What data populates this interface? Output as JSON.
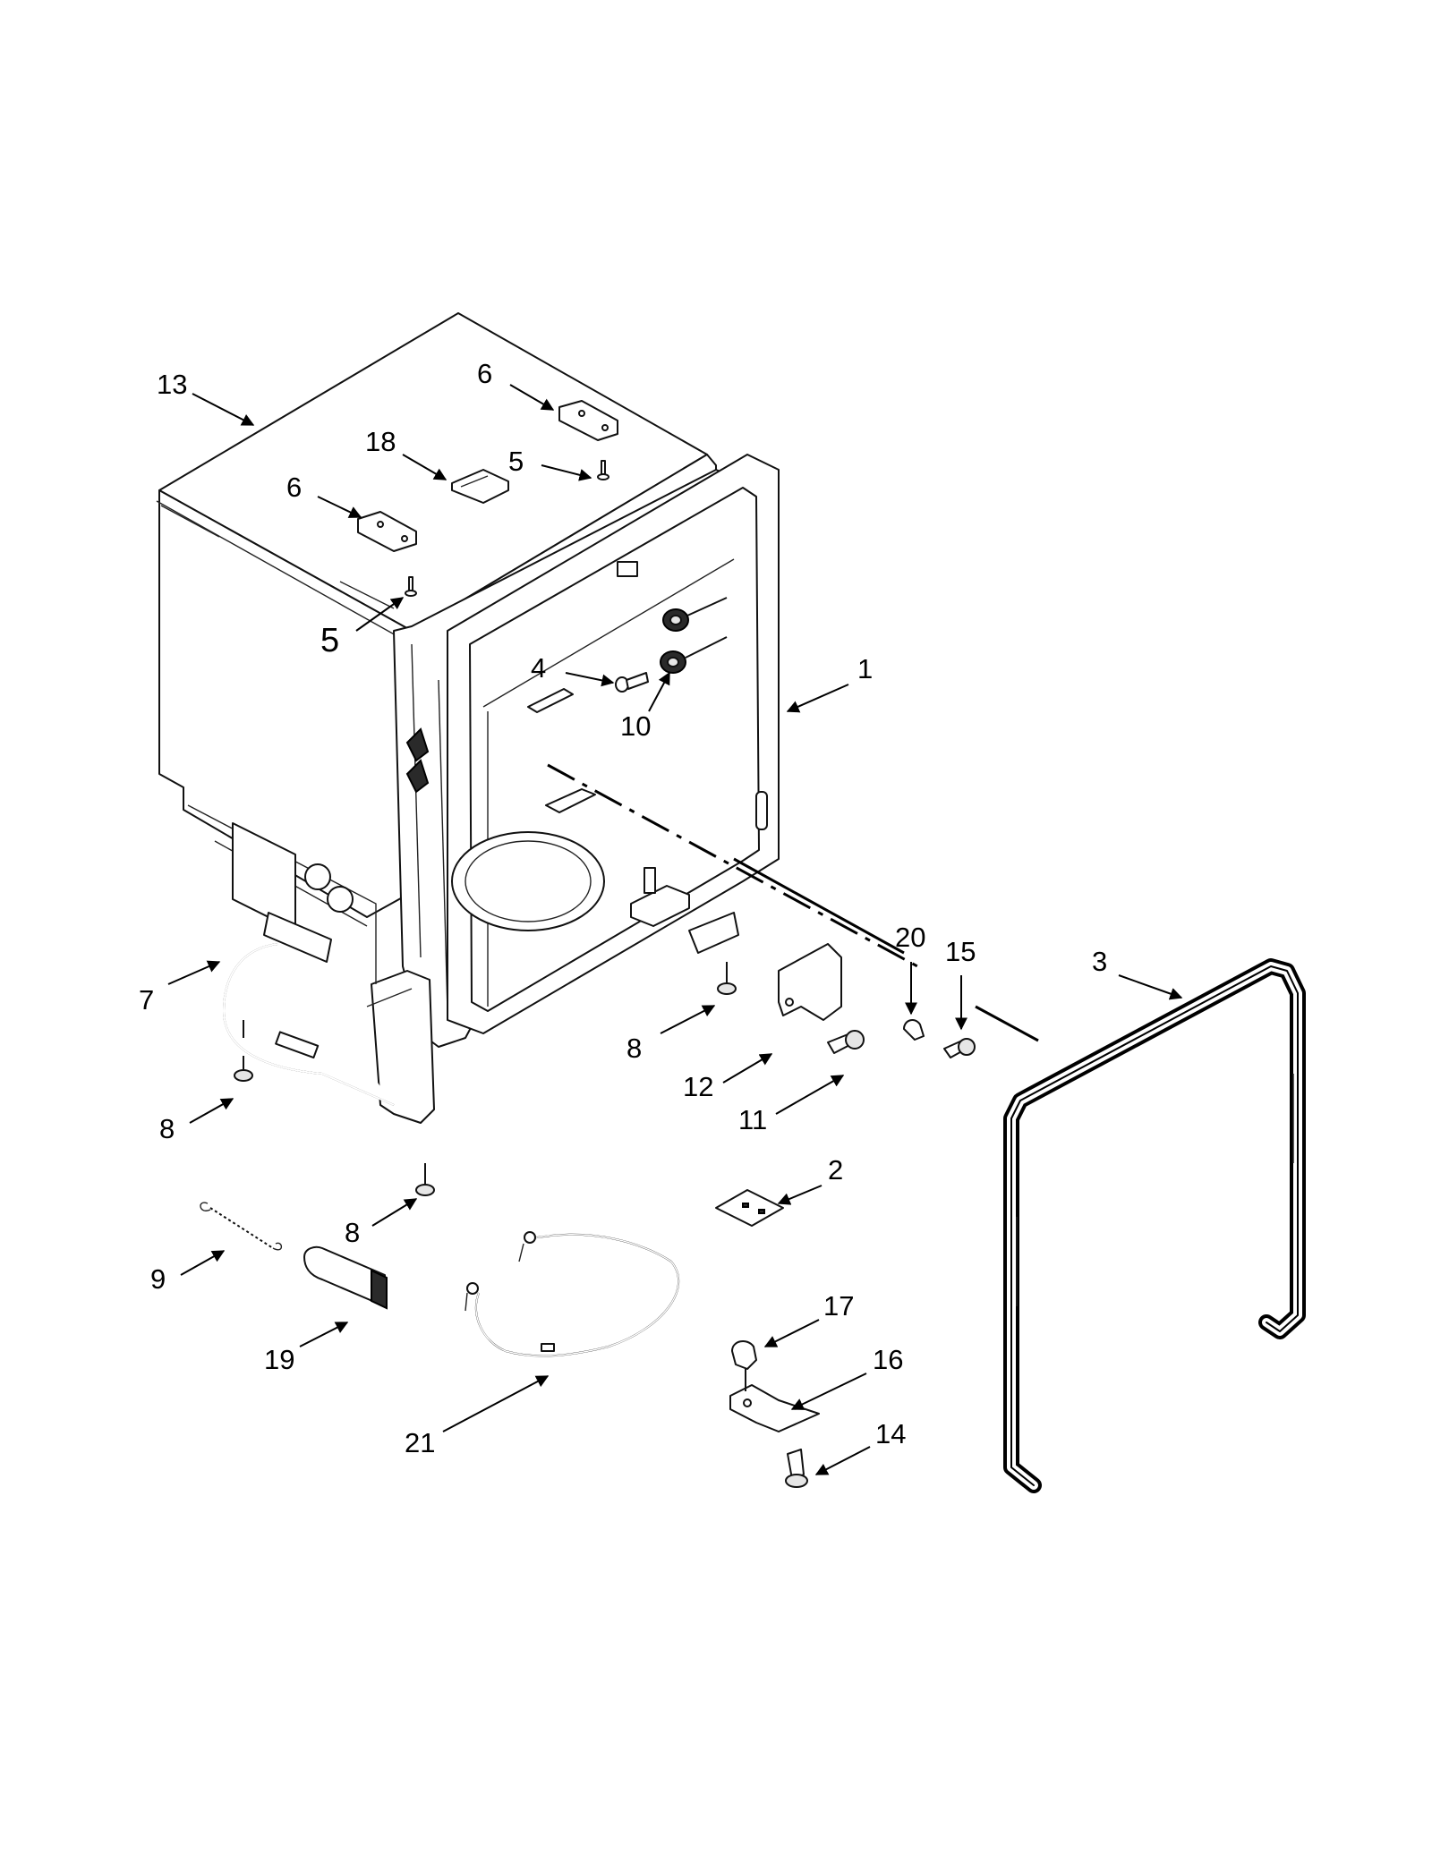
{
  "callouts": [
    {
      "id": "13",
      "label": "13"
    },
    {
      "id": "6a",
      "label": "6"
    },
    {
      "id": "18",
      "label": "18"
    },
    {
      "id": "5a",
      "label": "5"
    },
    {
      "id": "6b",
      "label": "6"
    },
    {
      "id": "5b",
      "label": "5"
    },
    {
      "id": "4",
      "label": "4"
    },
    {
      "id": "10",
      "label": "10"
    },
    {
      "id": "1",
      "label": "1"
    },
    {
      "id": "20",
      "label": "20"
    },
    {
      "id": "15",
      "label": "15"
    },
    {
      "id": "3",
      "label": "3"
    },
    {
      "id": "7",
      "label": "7"
    },
    {
      "id": "8a",
      "label": "8"
    },
    {
      "id": "8b",
      "label": "8"
    },
    {
      "id": "12",
      "label": "12"
    },
    {
      "id": "11",
      "label": "11"
    },
    {
      "id": "8c",
      "label": "8"
    },
    {
      "id": "2",
      "label": "2"
    },
    {
      "id": "9",
      "label": "9"
    },
    {
      "id": "19",
      "label": "19"
    },
    {
      "id": "17",
      "label": "17"
    },
    {
      "id": "16",
      "label": "16"
    },
    {
      "id": "21",
      "label": "21"
    },
    {
      "id": "14",
      "label": "14"
    }
  ]
}
